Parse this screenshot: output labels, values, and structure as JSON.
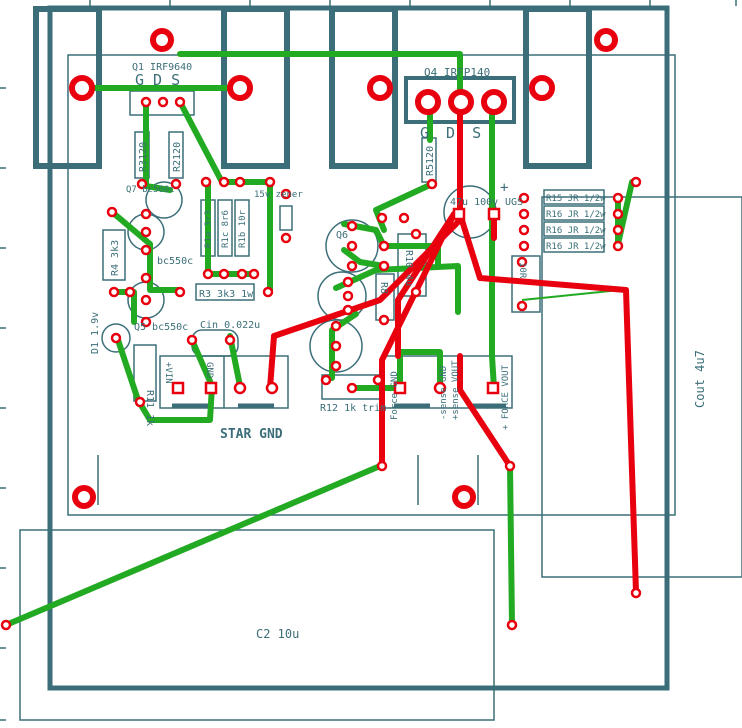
{
  "colors": {
    "silk": "#3b6e78",
    "copper_top": "#e8000f",
    "copper_bottom": "#22aa22",
    "pad_fill": "#e8000f",
    "background": "#ffffff"
  },
  "components": {
    "q1": {
      "ref": "Q1 IRF9640",
      "pins": "G D S"
    },
    "q4": {
      "ref": "Q4 IRFP140",
      "pins": "G D S"
    },
    "r3120": "R3120",
    "r2120": "R2120",
    "r5120": "R5120",
    "q7": "Q7 bc560c",
    "zener": "15v zener",
    "r1a": "R1a 3r3",
    "r1c": "R1c 8r6",
    "r1b": "R1b 10r",
    "r4": "R4 3k3",
    "q_bc550c_top": "bc550c",
    "r3": "R3 3k3 1w",
    "cin": "Cin 0.022u",
    "d1": "D1 1.9v",
    "q5": "Q5 bc550c",
    "r11": "R11 1k",
    "r15": "R15 JR 1/2w",
    "r16a": "R16 JR 1/2w",
    "r16b": "R16 JR 1/2w",
    "r16c": "R16 JR 1/2w",
    "cap47": "47u 100v",
    "ugs": "UGS",
    "q6": "Q6",
    "d8": "D8",
    "r8": "R8",
    "r12": "R12 1k trim",
    "r10": "R10 4u",
    "r20": "10R",
    "cout": "Cout 4u7",
    "c2": "C2 10u",
    "vin": "+VIN",
    "gnd_in": "GND",
    "conn_force_gnd": "Force GND",
    "conn_sense_gnd": "-sense GND",
    "conn_sense_vout": "+sense VOUT",
    "conn_force_vout": "+ FORCE VOUT",
    "star_gnd": "STAR GND",
    "plus_mark": "+"
  }
}
